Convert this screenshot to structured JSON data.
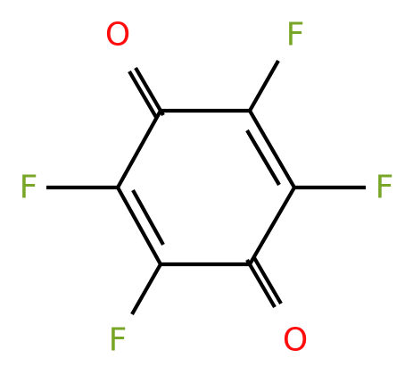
{
  "molecule": {
    "atoms": [
      {
        "id": "O1",
        "symbol": "O",
        "color": "#ff0d0d"
      },
      {
        "id": "O2",
        "symbol": "O",
        "color": "#ff0d0d"
      },
      {
        "id": "F1",
        "symbol": "F",
        "color": "#78a626"
      },
      {
        "id": "F2",
        "symbol": "F",
        "color": "#78a626"
      },
      {
        "id": "F3",
        "symbol": "F",
        "color": "#78a626"
      },
      {
        "id": "F4",
        "symbol": "F",
        "color": "#78a626"
      }
    ]
  },
  "colors": {
    "bond": "#000000",
    "background": "#ffffff"
  }
}
